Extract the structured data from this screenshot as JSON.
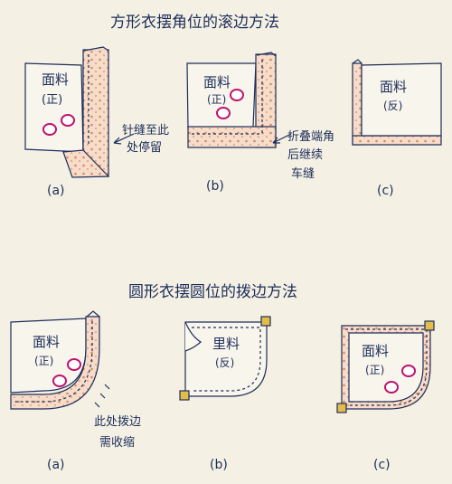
{
  "section_1": {
    "title": "方形衣摆角位的滚边方法",
    "fig_a": {
      "fabric_label": "面料",
      "side_label": "(正)",
      "note_line1": "针缝至此",
      "note_line2": "处停留",
      "caption": "(a)"
    },
    "fig_b": {
      "fabric_label": "面料",
      "side_label": "(正)",
      "note_line1": "折叠端角",
      "note_line2": "后继续",
      "note_line3": "车缝",
      "caption": "(b)"
    },
    "fig_c": {
      "fabric_label": "面料",
      "side_label": "(反)",
      "caption": "(c)"
    }
  },
  "section_2": {
    "title": "圆形衣摆圆位的拨边方法",
    "fig_a": {
      "fabric_label": "面料",
      "side_label": "(正)",
      "note_line1": "此处拨边",
      "note_line2": "需收缩",
      "caption": "(a)"
    },
    "fig_b": {
      "fabric_label": "里料",
      "side_label": "(反)",
      "caption": "(b)"
    },
    "fig_c": {
      "fabric_label": "面料",
      "side_label": "(正)",
      "caption": "(c)"
    }
  },
  "colors": {
    "ink": "#1e2d5a",
    "paper": "#f4f1e4",
    "binding_fill": "#f6dccb",
    "binding_dot": "#d98b5a",
    "magenta": "#c0106e",
    "wadding_yellow": "#e3bd4a"
  }
}
